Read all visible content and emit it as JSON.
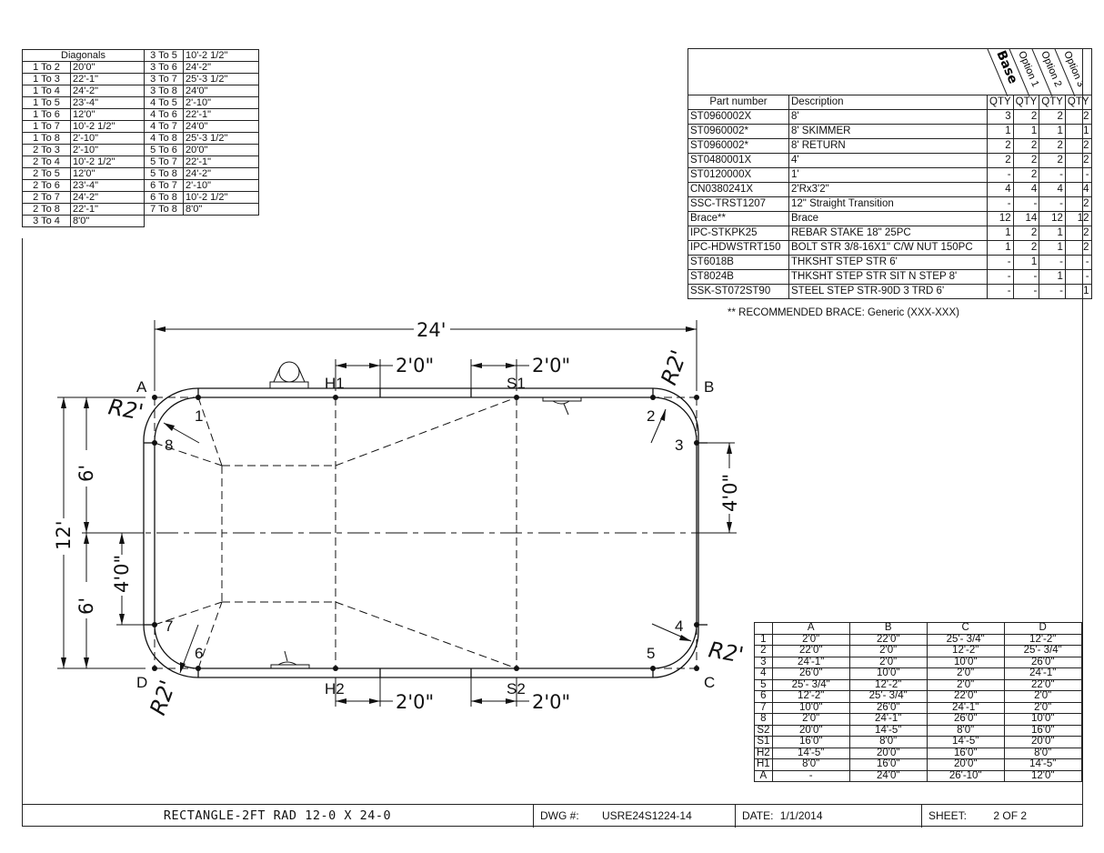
{
  "diagonals": {
    "header": "Diagonals",
    "left": [
      {
        "pair": "1 To 2",
        "value": "20'0\""
      },
      {
        "pair": "1 To 3",
        "value": "22'-1\""
      },
      {
        "pair": "1 To 4",
        "value": "24'-2\""
      },
      {
        "pair": "1 To 5",
        "value": "23'-4\""
      },
      {
        "pair": "1 To 6",
        "value": "12'0\""
      },
      {
        "pair": "1 To 7",
        "value": "10'-2 1/2\""
      },
      {
        "pair": "1 To 8",
        "value": "2'-10\""
      },
      {
        "pair": "2 To 3",
        "value": "2'-10\""
      },
      {
        "pair": "2 To 4",
        "value": "10'-2 1/2\""
      },
      {
        "pair": "2 To 5",
        "value": "12'0\""
      },
      {
        "pair": "2 To 6",
        "value": "23'-4\""
      },
      {
        "pair": "2 To 7",
        "value": "24'-2\""
      },
      {
        "pair": "2 To 8",
        "value": "22'-1\""
      },
      {
        "pair": "3 To 4",
        "value": "8'0\""
      }
    ],
    "right": [
      {
        "pair": "3 To 5",
        "value": "10'-2 1/2\""
      },
      {
        "pair": "3 To 6",
        "value": "24'-2\""
      },
      {
        "pair": "3 To 7",
        "value": "25'-3 1/2\""
      },
      {
        "pair": "3 To 8",
        "value": "24'0\""
      },
      {
        "pair": "4 To 5",
        "value": "2'-10\""
      },
      {
        "pair": "4 To 6",
        "value": "22'-1\""
      },
      {
        "pair": "4 To 7",
        "value": "24'0\""
      },
      {
        "pair": "4 To 8",
        "value": "25'-3 1/2\""
      },
      {
        "pair": "5 To 6",
        "value": "20'0\""
      },
      {
        "pair": "5 To 7",
        "value": "22'-1\""
      },
      {
        "pair": "5 To 8",
        "value": "24'-2\""
      },
      {
        "pair": "6 To 7",
        "value": "2'-10\""
      },
      {
        "pair": "6 To 8",
        "value": "10'-2 1/2\""
      },
      {
        "pair": "7 To 8",
        "value": "8'0\""
      }
    ]
  },
  "parts": {
    "options": [
      "Base",
      "Option 1",
      "Option 2",
      "Option 3"
    ],
    "columns": {
      "part_number": "Part number",
      "description": "Description",
      "qty": "QTY"
    },
    "rows": [
      {
        "pn": "ST0960002X",
        "desc": "8'",
        "q": [
          "3",
          "2",
          "2",
          "2"
        ]
      },
      {
        "pn": "ST0960002*",
        "desc": "8' SKIMMER",
        "q": [
          "1",
          "1",
          "1",
          "1"
        ]
      },
      {
        "pn": "ST0960002*",
        "desc": "8' RETURN",
        "q": [
          "2",
          "2",
          "2",
          "2"
        ]
      },
      {
        "pn": "ST0480001X",
        "desc": "4'",
        "q": [
          "2",
          "2",
          "2",
          "2"
        ]
      },
      {
        "pn": "ST0120000X",
        "desc": "1'",
        "q": [
          "-",
          "2",
          "-",
          "-"
        ]
      },
      {
        "pn": "CN0380241X",
        "desc": "2'Rx3'2\"",
        "q": [
          "4",
          "4",
          "4",
          "4"
        ]
      },
      {
        "pn": "SSC-TRST1207",
        "desc": "12\" Straight Transition",
        "q": [
          "-",
          "-",
          "-",
          "2"
        ]
      },
      {
        "pn": "Brace**",
        "desc": "Brace",
        "q": [
          "12",
          "14",
          "12",
          "12"
        ]
      },
      {
        "pn": "IPC-STKPK25",
        "desc": "REBAR STAKE 18\" 25PC",
        "q": [
          "1",
          "2",
          "1",
          "2"
        ]
      },
      {
        "pn": "IPC-HDWSTRT150",
        "desc": "BOLT STR 3/8-16X1\" C/W NUT 150PC",
        "q": [
          "1",
          "2",
          "1",
          "2"
        ]
      },
      {
        "pn": "ST6018B",
        "desc": "THKSHT STEP STR 6'",
        "q": [
          "-",
          "1",
          "-",
          "-"
        ]
      },
      {
        "pn": "ST8024B",
        "desc": "THKSHT STEP STR SIT N STEP 8'",
        "q": [
          "-",
          "-",
          "1",
          "-"
        ]
      },
      {
        "pn": "SSK-ST072ST90",
        "desc": "STEEL STEP STR-90D 3 TRD 6'",
        "q": [
          "-",
          "-",
          "-",
          "1"
        ]
      }
    ],
    "note": "** RECOMMENDED BRACE:  Generic (XXX-XXX)"
  },
  "coordinates": {
    "columns": [
      "A",
      "B",
      "C",
      "D"
    ],
    "rows": [
      {
        "label": "1",
        "v": [
          "2'0\"",
          "22'0\"",
          "25'- 3/4\"",
          "12'-2\""
        ]
      },
      {
        "label": "2",
        "v": [
          "22'0\"",
          "2'0\"",
          "12'-2\"",
          "25'- 3/4\""
        ]
      },
      {
        "label": "3",
        "v": [
          "24'-1\"",
          "2'0\"",
          "10'0\"",
          "26'0\""
        ]
      },
      {
        "label": "4",
        "v": [
          "26'0\"",
          "10'0\"",
          "2'0\"",
          "24'-1\""
        ]
      },
      {
        "label": "5",
        "v": [
          "25'- 3/4\"",
          "12'-2\"",
          "2'0\"",
          "22'0\""
        ]
      },
      {
        "label": "6",
        "v": [
          "12'-2\"",
          "25'- 3/4\"",
          "22'0\"",
          "2'0\""
        ]
      },
      {
        "label": "7",
        "v": [
          "10'0\"",
          "26'0\"",
          "24'-1\"",
          "2'0\""
        ]
      },
      {
        "label": "8",
        "v": [
          "2'0\"",
          "24'-1\"",
          "26'0\"",
          "10'0\""
        ]
      },
      {
        "label": "S2",
        "v": [
          "20'0\"",
          "14'-5\"",
          "8'0\"",
          "16'0\""
        ]
      },
      {
        "label": "S1",
        "v": [
          "16'0\"",
          "8'0\"",
          "14'-5\"",
          "20'0\""
        ]
      },
      {
        "label": "H2",
        "v": [
          "14'-5\"",
          "20'0\"",
          "16'0\"",
          "8'0\""
        ]
      },
      {
        "label": "H1",
        "v": [
          "8'0\"",
          "16'0\"",
          "20'0\"",
          "14'-5\""
        ]
      },
      {
        "label": "A",
        "v": [
          "-",
          "24'0\"",
          "26'-10\"",
          "12'0\""
        ]
      }
    ]
  },
  "drawing": {
    "overall_length": "24'",
    "overall_width": "12'",
    "half_width_top": "6'",
    "half_width_bottom": "6'",
    "offset_right": "4'0\"",
    "offset_left": "4'0\"",
    "h1_offset": "2'0\"",
    "s1_offset": "2'0\"",
    "h2_offset": "2'0\"",
    "s2_offset": "2'0\"",
    "radius": "R2'",
    "corners": {
      "a": "A",
      "b": "B",
      "c": "C",
      "d": "D"
    },
    "points": {
      "p1": "1",
      "p2": "2",
      "p3": "3",
      "p4": "4",
      "p5": "5",
      "p6": "6",
      "p7": "7",
      "p8": "8",
      "h1": "H1",
      "h2": "H2",
      "s1": "S1",
      "s2": "S2"
    }
  },
  "title_block": {
    "title": "RECTANGLE-2FT RAD 12-0 X 24-0",
    "dwg_label": "DWG #:",
    "dwg_number": "USRE24S1224-14",
    "date_label": "DATE:",
    "date": "1/1/2014",
    "sheet_label": "SHEET:",
    "sheet": "2 OF 2"
  }
}
